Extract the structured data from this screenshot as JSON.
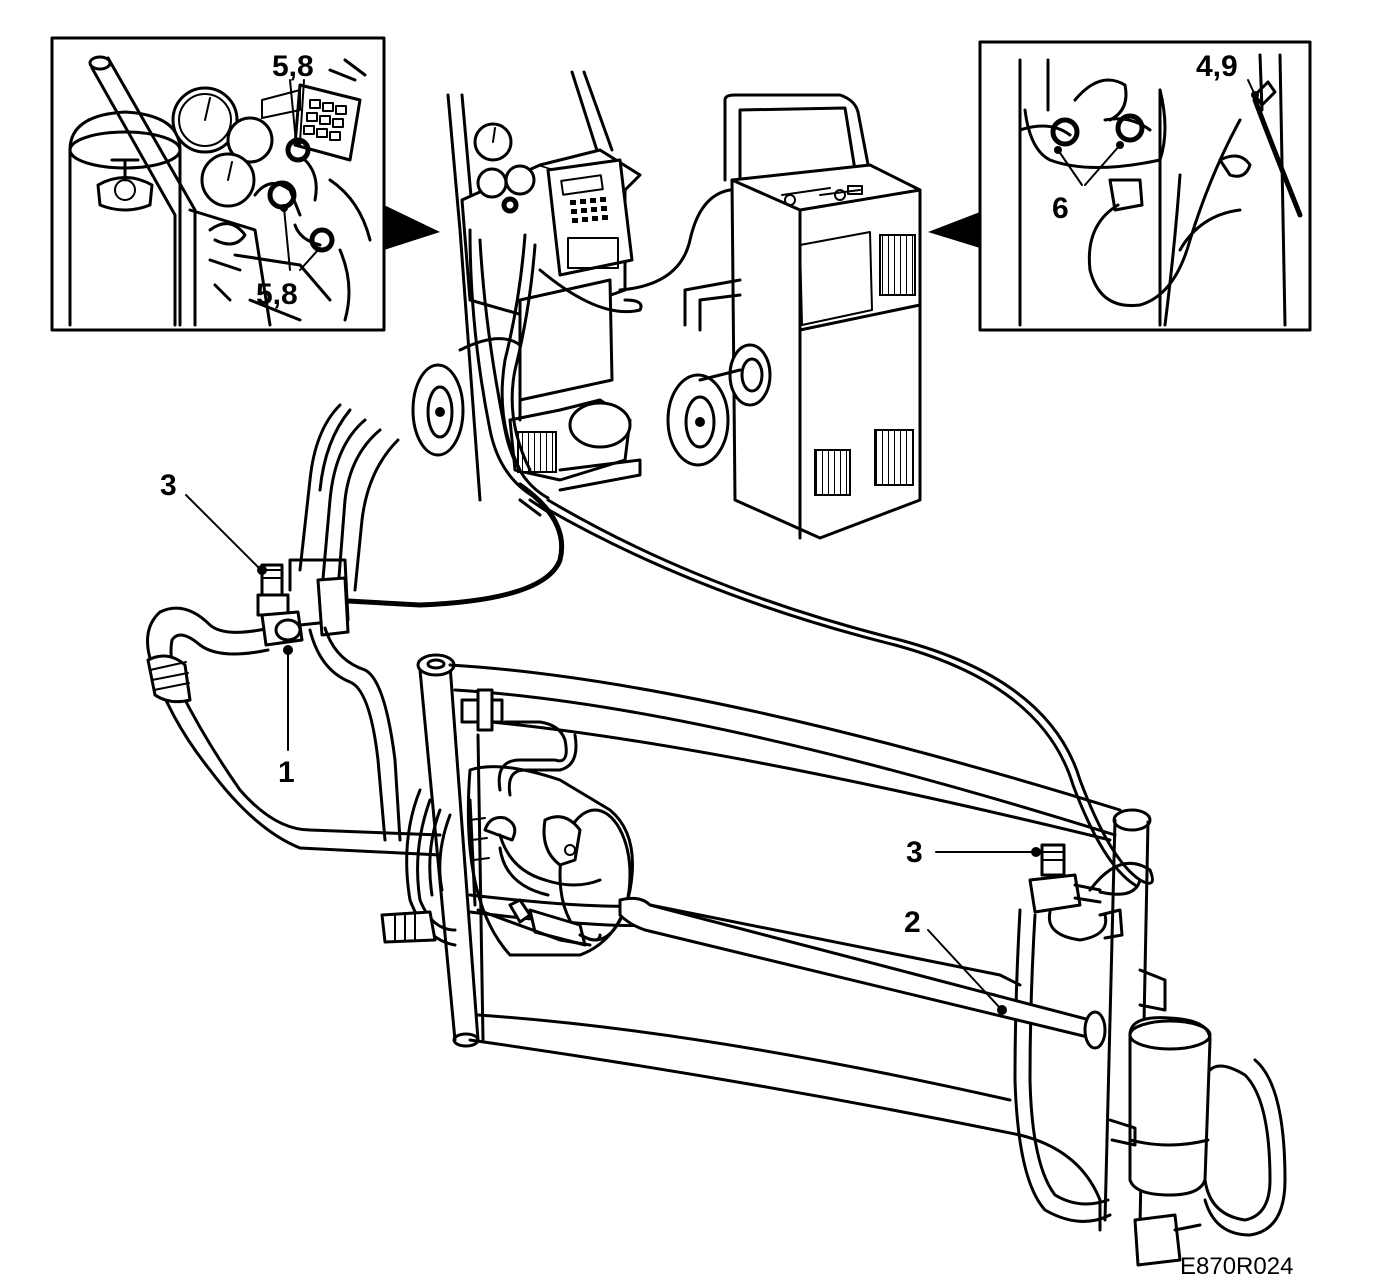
{
  "callouts": {
    "inset_left_top": "5,8",
    "inset_left_bottom": "5,8",
    "inset_right_top": "4,9",
    "inset_right_mid": "6",
    "left_valve": "3",
    "left_pipe": "1",
    "right_valve": "3",
    "right_pipe": "2"
  },
  "figure_code": "E870R024"
}
